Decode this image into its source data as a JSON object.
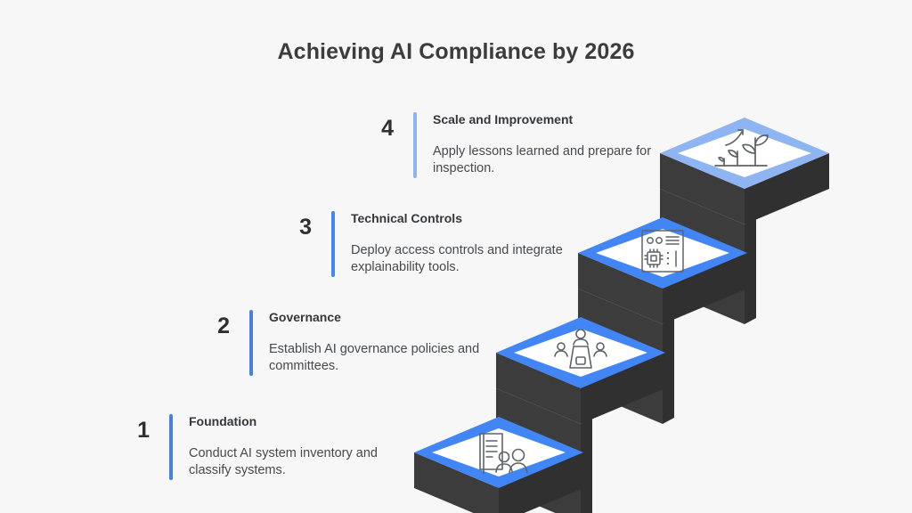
{
  "title": "Achieving AI Compliance by 2026",
  "theme": {
    "background": "#f7f7f7",
    "title_color": "#3c3c3c",
    "accent_blue": "#4285f4",
    "accent_blue_light": "#8fb4f2",
    "platform_face": "#ffffff",
    "extrusion_dark": "#3c3c3c",
    "extrusion_darker": "#303030",
    "icon_stroke": "#5f6368"
  },
  "steps": [
    {
      "number": "1",
      "heading": "Foundation",
      "description": "Conduct AI system inventory and classify systems.",
      "bar_color": "#4a7fe0",
      "platform_border": "#4285f4",
      "icon": "document-people-icon"
    },
    {
      "number": "2",
      "heading": "Governance",
      "description": "Establish AI governance policies and committees.",
      "bar_color": "#4a7fe0",
      "platform_border": "#4285f4",
      "icon": "committee-meeting-icon"
    },
    {
      "number": "3",
      "heading": "Technical Controls",
      "description": "Deploy access controls and integrate explainability tools.",
      "bar_color": "#4285f4",
      "platform_border": "#4285f4",
      "icon": "server-chip-icon"
    },
    {
      "number": "4",
      "heading": "Scale and Improvement",
      "description": "Apply lessons learned and prepare for inspection.",
      "bar_color": "#8fb4f2",
      "platform_border": "#8fb4f2",
      "icon": "plant-growth-icon"
    }
  ]
}
